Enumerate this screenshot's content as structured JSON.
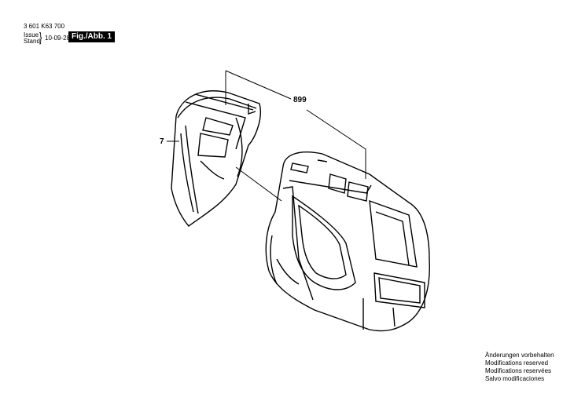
{
  "header": {
    "part_number": "3 601 K63 700",
    "issue_label": "Issue",
    "stand_label": "Stand",
    "brace": "}",
    "date": "10-09-28",
    "figure_label": "Fig./Abb. 1"
  },
  "callouts": {
    "carrying_bag": "899",
    "protective_cover": "7"
  },
  "notes": [
    "Änderungen vorbehalten",
    "Modifications reserved",
    "Modifications reservées",
    "Salvo modificaciones"
  ]
}
